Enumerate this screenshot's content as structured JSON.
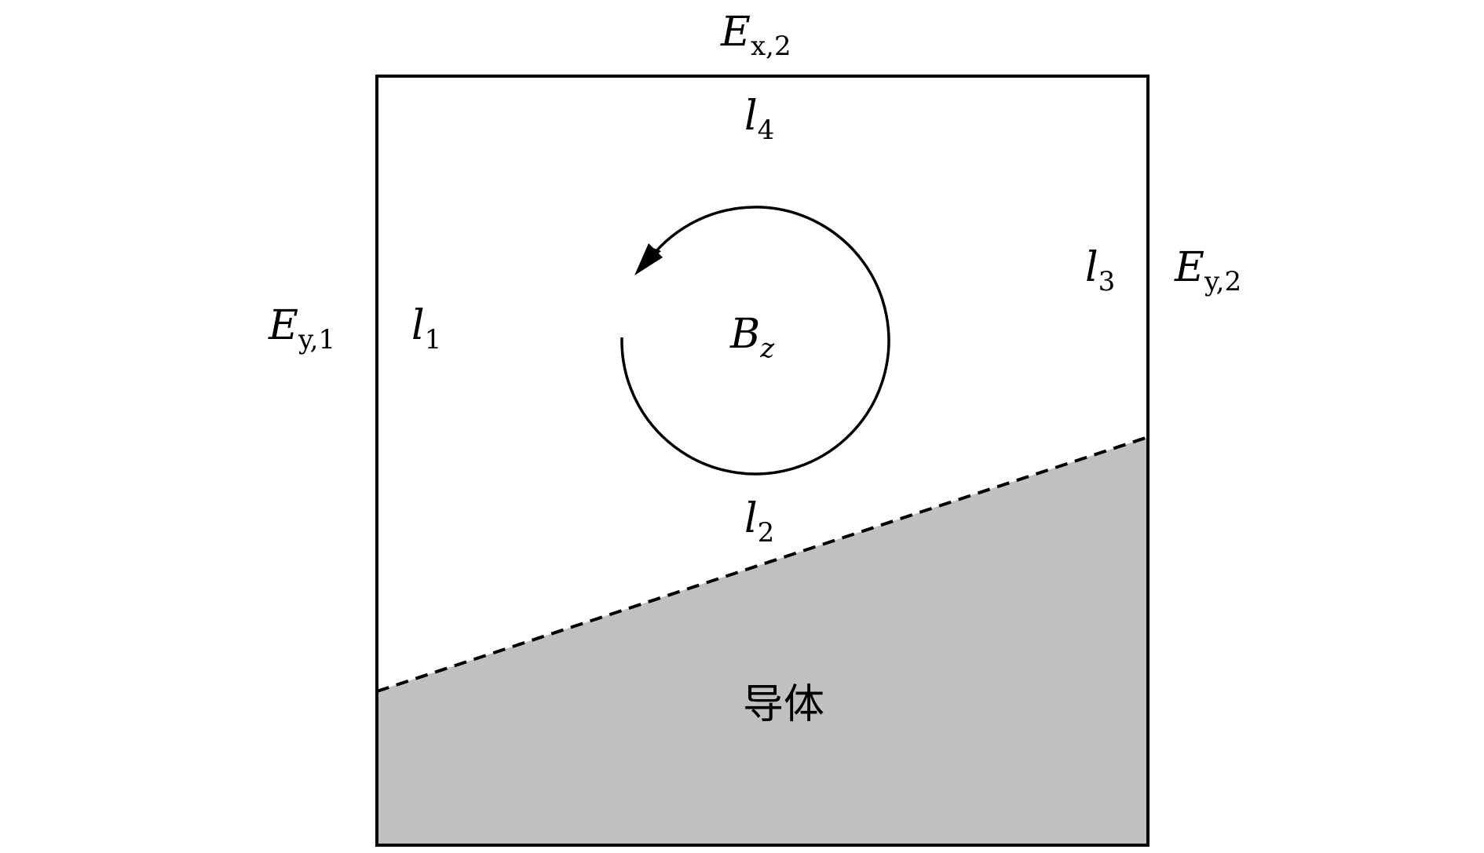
{
  "labels": {
    "ex2": {
      "main": "E",
      "sub": "x,2"
    },
    "ey1": {
      "main": "E",
      "sub": "y,1"
    },
    "ey2": {
      "main": "E",
      "sub": "y,2"
    },
    "l1": {
      "main": "l",
      "sub": "1"
    },
    "l2": {
      "main": "l",
      "sub": "2"
    },
    "l3": {
      "main": "l",
      "sub": "3"
    },
    "l4": {
      "main": "l",
      "sub": "4"
    },
    "bz": {
      "main": "B",
      "sub": "z"
    }
  },
  "conductor_label": "导体",
  "colors": {
    "stroke": "#000000",
    "conductor_fill": "#c0c0c0",
    "background": "#ffffff"
  }
}
